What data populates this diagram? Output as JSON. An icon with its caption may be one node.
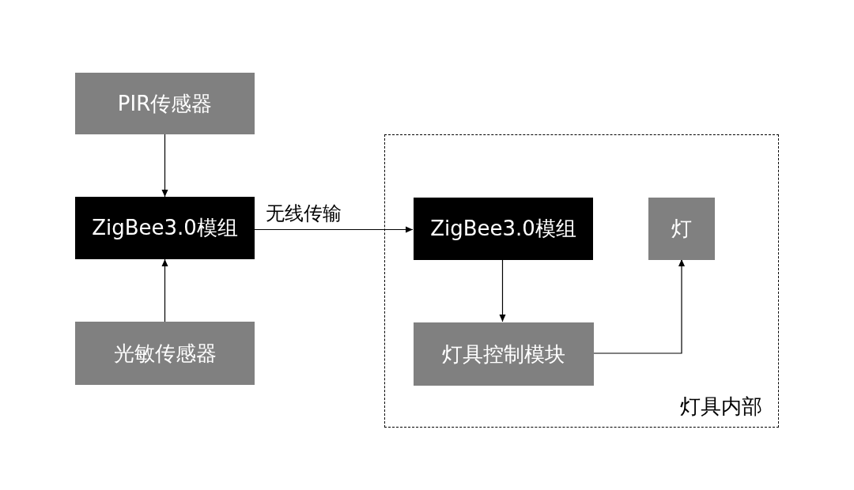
{
  "diagram": {
    "nodes": [
      {
        "text": [
          "PIR传感器"
        ]
      },
      {
        "text": [
          "ZigBee3.0模组"
        ]
      },
      {
        "text": [
          "光敏传感器"
        ]
      },
      {
        "text": [
          "灯具内部"
        ]
      },
      {
        "text": [
          "ZigBee3.0模组"
        ],
        "in": 3
      },
      {
        "text": [
          "灯"
        ],
        "in": 3
      },
      {
        "text": [
          "灯具控制模块"
        ],
        "in": 3
      }
    ],
    "edges": [
      {
        "from": 0,
        "to": 1,
        "arrow": "to"
      },
      {
        "from": 2,
        "to": 1,
        "arrow": "to"
      },
      {
        "from": 1,
        "to": 4,
        "arrow": "to",
        "label": "无线传输"
      },
      {
        "from": 4,
        "to": 6,
        "arrow": "to"
      },
      {
        "from": 6,
        "to": 5,
        "arrow": "to"
      }
    ]
  }
}
